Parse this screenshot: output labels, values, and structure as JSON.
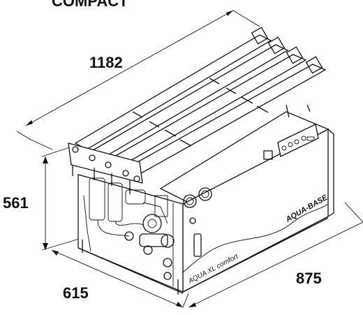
{
  "title": "COMPACT",
  "dimensions": {
    "length": "1182",
    "height": "561",
    "depth": "615",
    "width": "875"
  },
  "product": {
    "model_label": "AQUA XL comfort",
    "brand_label": "AQUA-BASE"
  },
  "colors": {
    "line": "#111111",
    "background": "#ffffff",
    "face": "#ffffff",
    "shadow": "#e6e6e6"
  }
}
